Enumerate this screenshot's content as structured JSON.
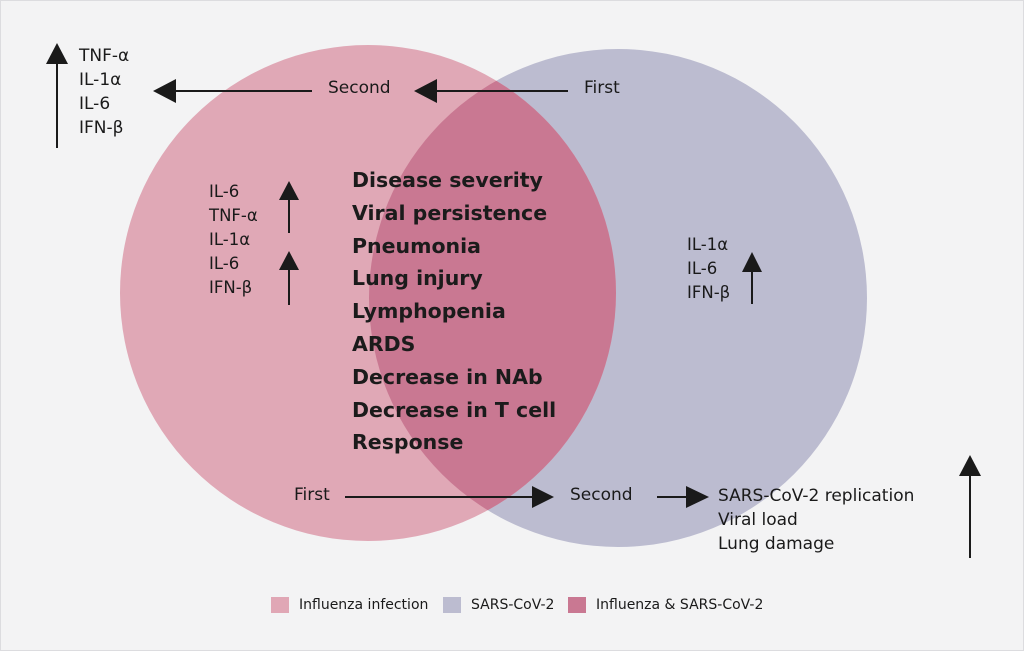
{
  "colors": {
    "influenza": "#d27892",
    "sars": "#9b9cbd",
    "overlap": "#c97892",
    "background": "#f3f3f4",
    "ink": "#1a1a1a"
  },
  "top_left_list": [
    "TNF-α",
    "IL-1α",
    "IL-6",
    "IFN-β"
  ],
  "top_arrow": {
    "second": "Second",
    "first": "First"
  },
  "left_inner_list": [
    "IL-6",
    "TNF-α",
    "IL-1α",
    "IL-6",
    "IFN-β"
  ],
  "center_list": [
    "Disease severity",
    "Viral persistence",
    "Pneumonia",
    "Lung injury",
    "Lymphopenia",
    "ARDS",
    "Decrease in NAb",
    "Decrease in T cell",
    "Response"
  ],
  "right_inner_list": [
    "IL-1α",
    "IL-6",
    "IFN-β"
  ],
  "bottom_arrow": {
    "first": "First",
    "second": "Second"
  },
  "bottom_right_list": [
    "SARS-CoV-2 replication",
    "Viral load",
    "Lung damage"
  ],
  "legend": [
    {
      "label": "Influenza infection",
      "color": "#e0a7b5"
    },
    {
      "label": "SARS-CoV-2",
      "color": "#bcbcd0"
    },
    {
      "label": "Influenza & SARS-CoV-2",
      "color": "#c97892"
    }
  ]
}
